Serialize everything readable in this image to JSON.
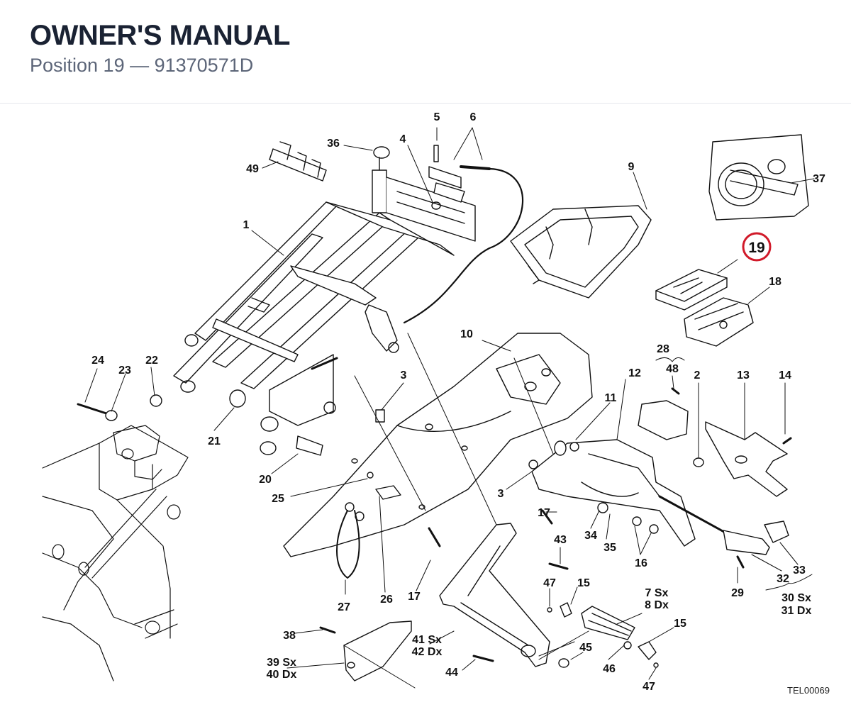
{
  "header": {
    "title": "OWNER'S MANUAL",
    "subtitle": "Position 19 — 91370571D"
  },
  "diagram": {
    "highlight_color": "#d11a2a",
    "highlighted_position": "19",
    "drawing_id": "TEL00069",
    "callouts": {
      "c1": "1",
      "c2": "2",
      "c3a": "3",
      "c3b": "3",
      "c4": "4",
      "c5": "5",
      "c6": "6",
      "c7_8": "7 Sx",
      "c7_8b": "8 Dx",
      "c9": "9",
      "c10": "10",
      "c11": "11",
      "c12": "12",
      "c13": "13",
      "c14": "14",
      "c15a": "15",
      "c15b": "15",
      "c16": "16",
      "c17a": "17",
      "c17b": "17",
      "c18": "18",
      "c20": "20",
      "c21": "21",
      "c22": "22",
      "c23": "23",
      "c24": "24",
      "c25": "25",
      "c26": "26",
      "c27": "27",
      "c28": "28",
      "c29": "29",
      "c30": "30 Sx",
      "c31": "31 Dx",
      "c32": "32",
      "c33": "33",
      "c34": "34",
      "c35": "35",
      "c36": "36",
      "c37": "37",
      "c38": "38",
      "c39": "39 Sx",
      "c40": "40 Dx",
      "c41": "41 Sx",
      "c42": "42 Dx",
      "c43": "43",
      "c44": "44",
      "c45": "45",
      "c46": "46",
      "c47a": "47",
      "c47b": "47",
      "c48": "48",
      "c49": "49"
    }
  }
}
